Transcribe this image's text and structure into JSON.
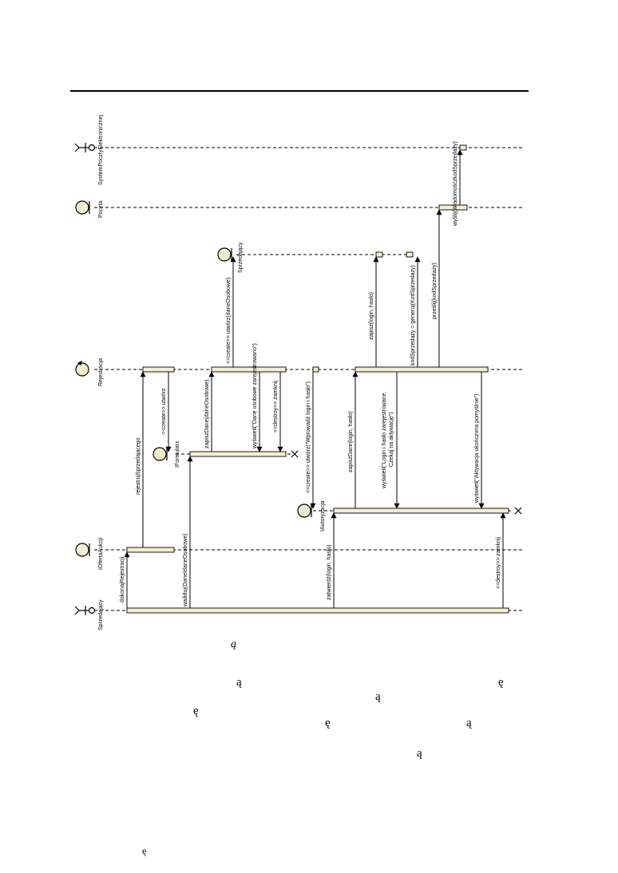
{
  "diagram": {
    "lifelines": [
      {
        "id": "sprzedajacy",
        "name": "Sprzedający",
        "kind": "actor"
      },
      {
        "id": "iofertaaukcji",
        "name": "IOfertaAukcji",
        "kind": "boundary"
      },
      {
        "id": "iformularz",
        "name": "IFormularz",
        "kind": "boundary"
      },
      {
        "id": "iautoryzacja",
        "name": "IAutoryzacja",
        "kind": "boundary"
      },
      {
        "id": "rejestracja",
        "name": "Rejestracja",
        "kind": "control"
      },
      {
        "id": "sprzedajacy_entity",
        "name": "Sprzedający",
        "kind": "entity"
      },
      {
        "id": "poczta",
        "name": "Poczta",
        "kind": "entity"
      },
      {
        "id": "systempoczty",
        "name": "SystemPocztyElektronicznej",
        "kind": "actor"
      }
    ],
    "messages": [
      {
        "id": "m1",
        "label": "dokonajRejestracji"
      },
      {
        "id": "m2",
        "label": "rejestrujSprzedającego"
      },
      {
        "id": "m3",
        "label": "<<create>> utwórz"
      },
      {
        "id": "m4",
        "label": "wailiduj(DaneIdaneOsobowe)"
      },
      {
        "id": "m5",
        "label": "zapiszDane(daneOsobowe)"
      },
      {
        "id": "m6",
        "label": "<<create>> utwórz(daneOsobowe)"
      },
      {
        "id": "m7",
        "label": "wyświetl(\"Dane osobowe zarejestrowano\")"
      },
      {
        "id": "m8",
        "label": "<<destroy>> zamknij"
      },
      {
        "id": "m9",
        "label": "<<create>> utwórz(\"Wprowadź login i hasło\")"
      },
      {
        "id": "m10",
        "label": "zatwierdź(login, hasło)"
      },
      {
        "id": "m11",
        "label": "zapiszDane(login, hasło)"
      },
      {
        "id": "m12",
        "label": "zapisz(login, hasło)"
      },
      {
        "id": "m13a",
        "label": "wyświetl(\"Login i hasło zarejestrowane."
      },
      {
        "id": "m13b",
        "label": "Czekaj na aktywację\")"
      },
      {
        "id": "m14",
        "label": "kodSprzedaży = generuj(KodSprzedaży)"
      },
      {
        "id": "m15",
        "label": "prześlij(kodSprzedaży)"
      },
      {
        "id": "m16",
        "label": "wyślij(WiadomośćzkodSprzedaży)"
      },
      {
        "id": "m17",
        "label": "wyświetl(\"Aktywacja ukończona pomyślnie\")"
      },
      {
        "id": "m18",
        "label": "<<destroy>> zamknij"
      }
    ]
  },
  "stray_glyphs": {
    "g1": "ą",
    "g2": "ą",
    "g3": "ę",
    "g4": "ą",
    "g5": "ę",
    "g6": "ę",
    "g7": "ą",
    "g8": "ą",
    "g9": "ę"
  }
}
